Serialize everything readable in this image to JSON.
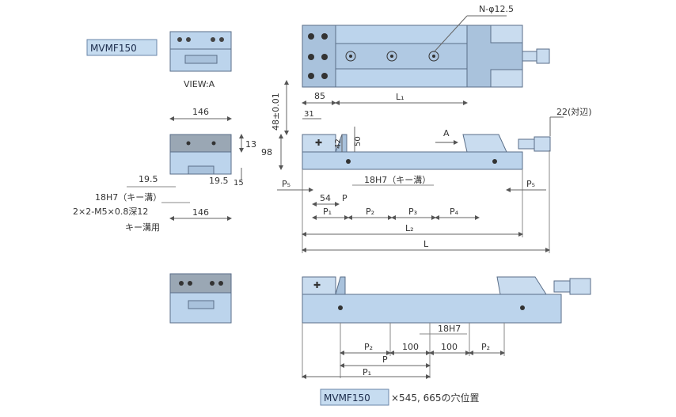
{
  "model_tags": {
    "top": "MVMF150",
    "bottom": "MVMF150"
  },
  "bottom_caption_suffix": "×545, 665の穴位置",
  "view_label": "VIEW:A",
  "end_view_labels": {
    "width_top": "146",
    "height": "13",
    "offset_left": "19.5",
    "offset_right": "19.5",
    "depth": "15",
    "key_slot": "18H7（キー溝）",
    "tap": "2×2-M5×0.8深12",
    "width_bottom": "146",
    "key_use": "キー溝用"
  },
  "side_view_labels": {
    "hole_spec": "N-φ12.5",
    "wrench": "22(対辺)",
    "jaw_height": "48±0.01",
    "dim_85": "85",
    "dim_31": "31",
    "l1": "L₁",
    "height_98": "98",
    "dim_42": "42",
    "dim_50": "50",
    "view_marker": "A",
    "p5_left": "P₅",
    "p5_right": "P₅",
    "dim_54": "54",
    "p": "P",
    "key_slot": "18H7（キー溝）",
    "p1": "P₁",
    "p2": "P₂",
    "p3": "P₃",
    "p4": "P₄",
    "l2": "L₂",
    "l": "L"
  },
  "bottom_view_labels": {
    "key": "18H7",
    "p2_left": "P₂",
    "dim_100_left": "100",
    "dim_100_right": "100",
    "p2_right": "P₂",
    "p": "P",
    "p1": "P₁"
  },
  "colors": {
    "body_fill": "#bcd4ec",
    "body_stroke": "#5a6e88",
    "line": "#6a6a6a",
    "tag_fill": "#c6dcf0"
  }
}
